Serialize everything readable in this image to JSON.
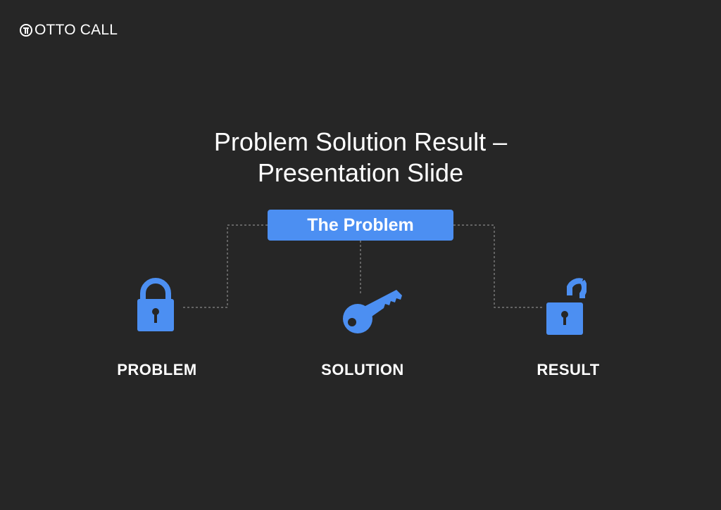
{
  "logo": {
    "icon": "otto-call-logo-mark",
    "text": "OTTO CALL"
  },
  "slide": {
    "title_line1": "Problem Solution Result –",
    "title_line2": "Presentation Slide",
    "button_label": "The Problem"
  },
  "columns": [
    {
      "label": "PROBLEM",
      "icon": "locked-padlock-icon"
    },
    {
      "label": "SOLUTION",
      "icon": "key-icon"
    },
    {
      "label": "RESULT",
      "icon": "unlocked-padlock-icon"
    }
  ],
  "colors": {
    "background": "#262626",
    "accent": "#4c8ff2",
    "text": "#ffffff",
    "connector": "#8a8a8a"
  }
}
